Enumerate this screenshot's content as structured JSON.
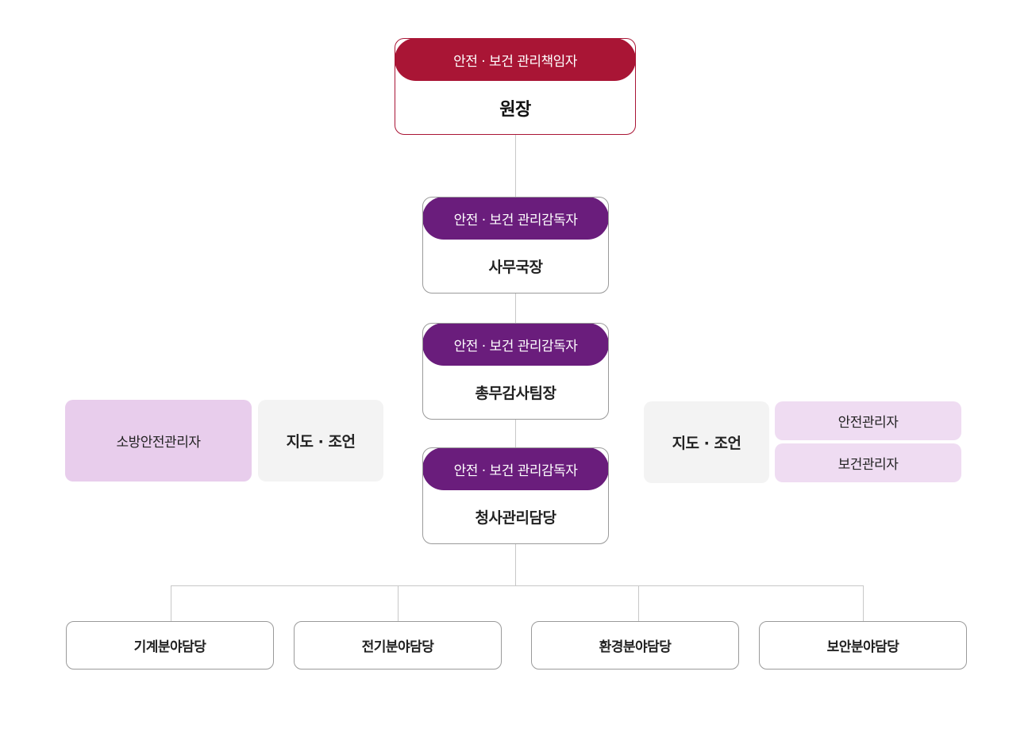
{
  "top": {
    "role": "안전 · 보건 관리책임자",
    "title": "원장"
  },
  "level2": {
    "role": "안전 · 보건 관리감독자",
    "title": "사무국장"
  },
  "level3": {
    "role": "안전 · 보건 관리감독자",
    "title": "총무감사팀장"
  },
  "level4": {
    "role": "안전 · 보건 관리감독자",
    "title": "청사관리담당"
  },
  "left_side": {
    "fire_manager": "소방안전관리자",
    "advice": "지도 · 조언"
  },
  "right_side": {
    "advice": "지도 · 조언",
    "safety_manager": "안전관리자",
    "health_manager": "보건관리자"
  },
  "leaves": [
    "기계분야담당",
    "전기분야담당",
    "환경분야담당",
    "보안분야담당"
  ],
  "colors": {
    "top_header": "#a91535",
    "supervisor_header": "#6a1d7c",
    "fire_box": "#e8cdec",
    "advice_box": "#f3f3f3",
    "manager_box": "#efdcf2"
  }
}
